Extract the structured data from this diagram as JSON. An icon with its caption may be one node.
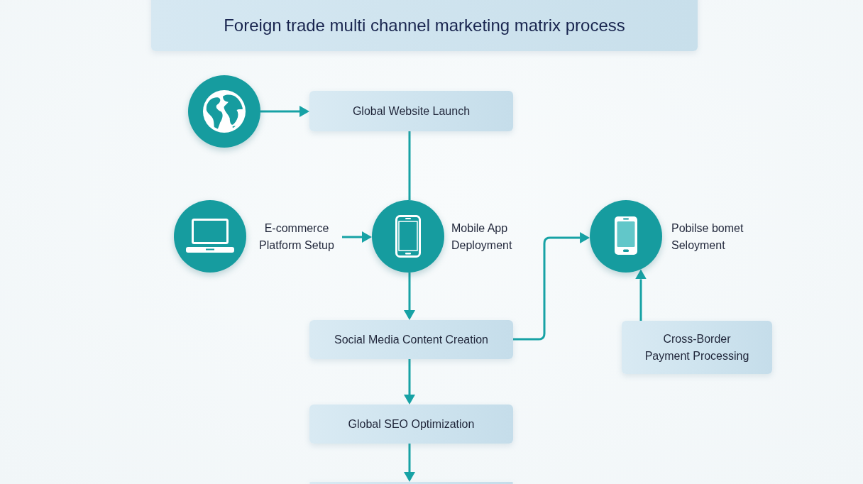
{
  "diagram": {
    "title": "Foreign trade multi channel marketing matrix process",
    "nodes": [
      {
        "text": [],
        "shape": "circle"
      },
      {
        "text": [
          "Global Website Launch"
        ]
      },
      {
        "text": [],
        "shape": "circle"
      },
      {
        "text": [
          "E-commerce Platform Setup"
        ]
      },
      {
        "text": [],
        "shape": "circle",
        "beside": [
          "Mobile App Deployment"
        ]
      },
      {
        "text": [],
        "shape": "circle",
        "beside": [
          "Pobilse bomet Seloyment"
        ]
      },
      {
        "text": [
          "Social Media Content Creation"
        ]
      },
      {
        "text": [
          "Cross-Border Payment Processing"
        ]
      },
      {
        "text": [
          "Global SEO Optimization"
        ]
      },
      {
        "text": [],
        "shape": "box"
      }
    ],
    "edges": [
      {
        "from": 0,
        "to": 1,
        "arrow": "to"
      },
      {
        "from": 1,
        "to": 4,
        "arrow": "none"
      },
      {
        "from": 3,
        "to": 4,
        "arrow": "to"
      },
      {
        "from": 4,
        "to": 6,
        "arrow": "to"
      },
      {
        "from": 6,
        "to": 5,
        "arrow": "to"
      },
      {
        "from": 7,
        "to": 5,
        "arrow": "to"
      },
      {
        "from": 6,
        "to": 8,
        "arrow": "to"
      },
      {
        "from": 8,
        "to": 9,
        "arrow": "to"
      }
    ]
  }
}
